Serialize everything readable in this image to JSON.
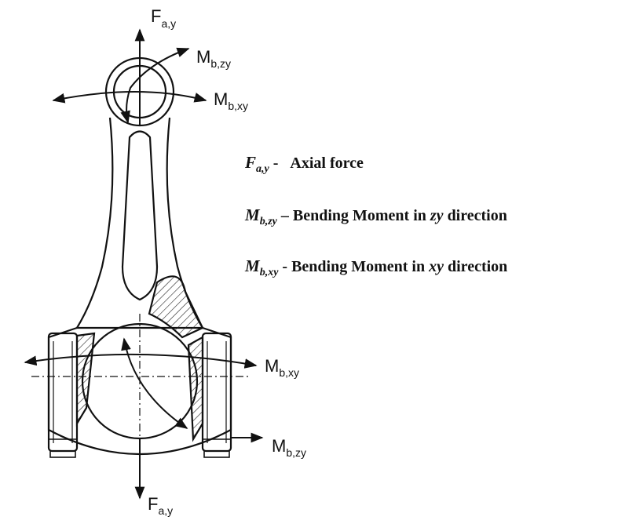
{
  "diagram": {
    "labels": {
      "force_top": {
        "main": "F",
        "sub": "a,y"
      },
      "moment_top_zy": {
        "main": "M",
        "sub": "b,zy"
      },
      "moment_top_xy": {
        "main": "M",
        "sub": "b,xy"
      },
      "moment_mid_xy": {
        "main": "M",
        "sub": "b,xy"
      },
      "moment_bottom_zy": {
        "main": "M",
        "sub": "b,zy"
      },
      "force_bottom": {
        "main": "F",
        "sub": "a,y"
      }
    }
  },
  "legend": {
    "items": [
      {
        "symbol": "F",
        "subscript": "a,y",
        "separator": "-",
        "text": "Axial force"
      },
      {
        "symbol": "M",
        "subscript": "b,zy",
        "separator": "–",
        "text_before": "Bending Moment in ",
        "dir": "zy",
        "text_after": " direction"
      },
      {
        "symbol": "M",
        "subscript": "b,xy",
        "separator": "-",
        "text_before": "Bending Moment in ",
        "dir": "xy",
        "text_after": " direction"
      }
    ]
  }
}
